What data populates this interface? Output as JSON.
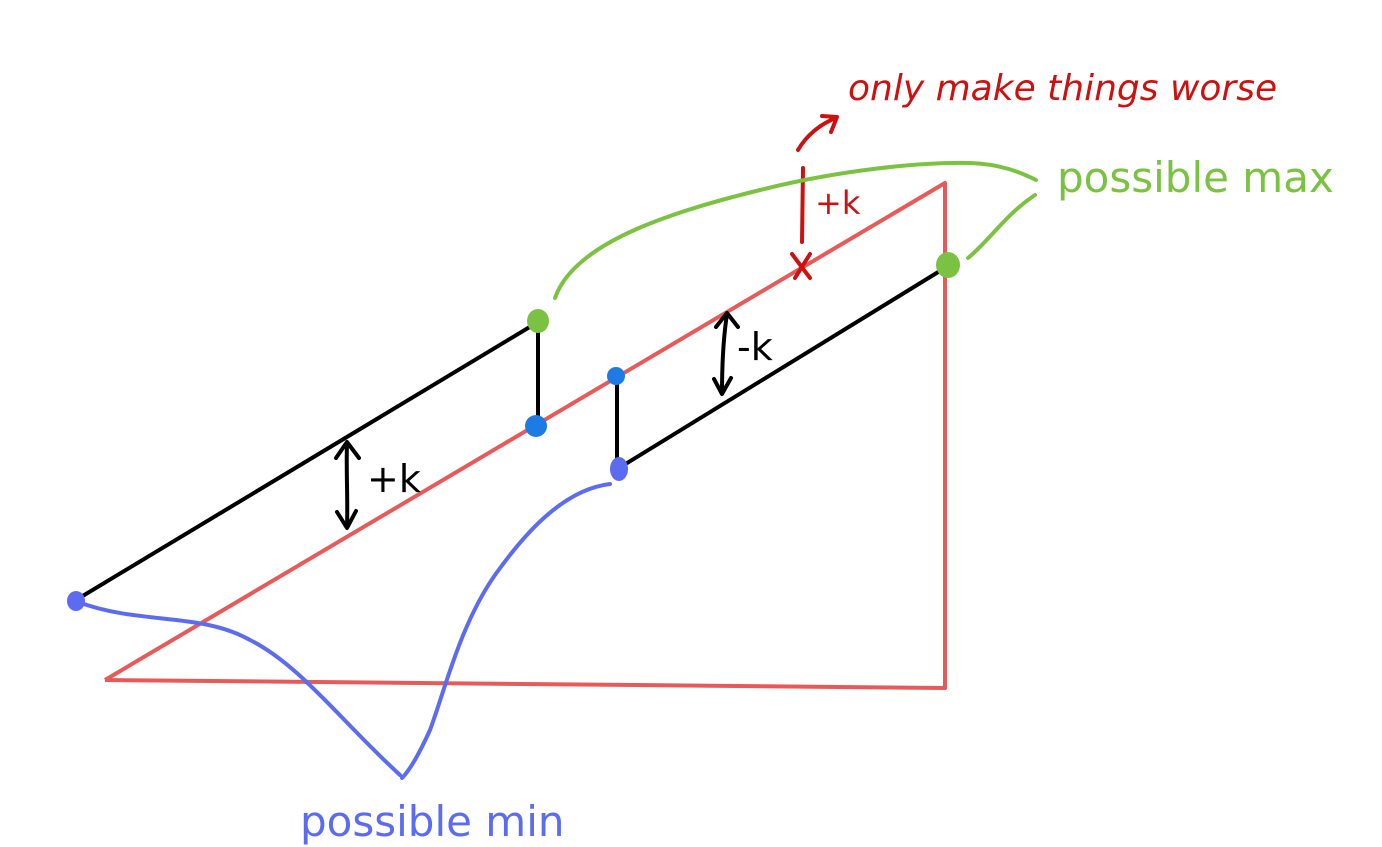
{
  "labels": {
    "plus_k": "+k",
    "minus_k": "-k",
    "red_plus_k": "+k",
    "only_worse": "only make things worse",
    "possible_max": "possible max",
    "possible_min": "possible min"
  },
  "colors": {
    "triangle": "#e85a5a",
    "black_line": "#000000",
    "green": "#7cc242",
    "blue_point": "#1e7be6",
    "purple_point": "#5c6cf0",
    "purple_curve": "#5c6cf0",
    "red_annotation": "#cc1111",
    "background": "#ffffff"
  }
}
